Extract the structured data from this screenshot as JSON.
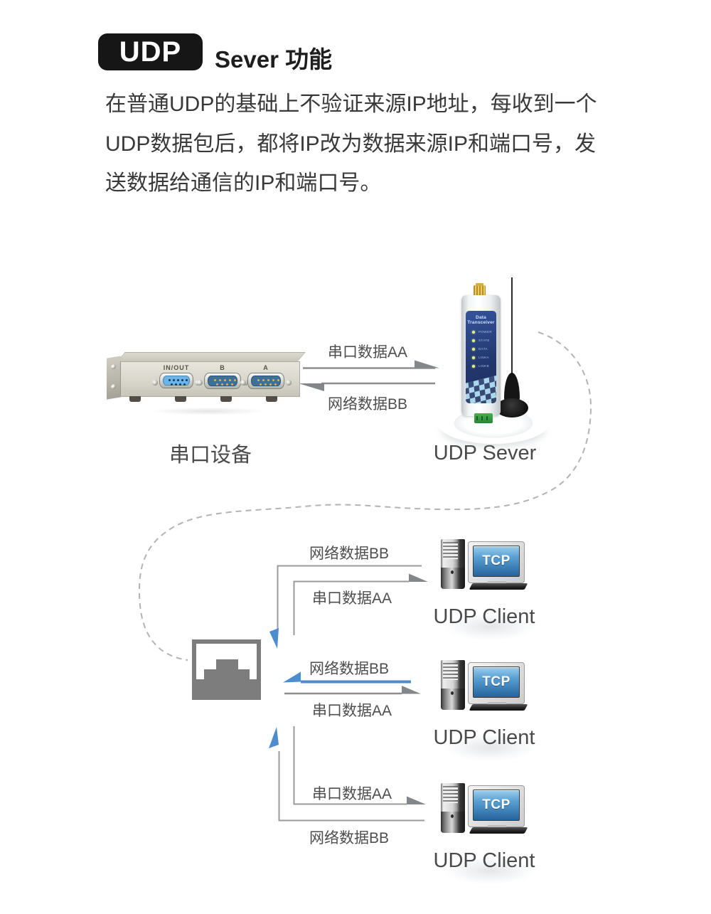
{
  "header": {
    "badge": "UDP",
    "title": "Sever 功能"
  },
  "description": {
    "line1": "在普通UDP的基础上不验证来源IP地址，每收到一个",
    "line2": "UDP数据包后，都将IP改为数据来源IP和端口号，发",
    "line3": "送数据给通信的IP和端口号。"
  },
  "top_link": {
    "serial_label": "串口数据AA",
    "network_label": "网络数据BB"
  },
  "serial_device": {
    "label": "串口设备",
    "ports": {
      "inout": "IN/OUT",
      "b": "B",
      "a": "A"
    }
  },
  "server": {
    "label": "UDP Sever",
    "panel_title": "Data Transceiver",
    "leds": [
      "POWER",
      "STATE",
      "DATA",
      "LINKA",
      "LINKB"
    ]
  },
  "clients": [
    {
      "screen": "TCP",
      "label": "UDP Client",
      "network_label": "网络数据BB",
      "serial_label": "串口数据AA"
    },
    {
      "screen": "TCP",
      "label": "UDP Client",
      "network_label": "网络数据BB",
      "serial_label": "串口数据AA"
    },
    {
      "screen": "TCP",
      "label": "UDP Client",
      "network_label": "串口数据AA",
      "serial_label": "串口数据AA"
    }
  ],
  "client3": {
    "serial_label": "串口数据AA",
    "network_label": "网络数据BB"
  },
  "colors": {
    "arrow_gray": "#8e8e8e",
    "arrow_blue": "#4e8cd0",
    "badge_bg": "#161616",
    "panel_navy": "#23386f",
    "screen_blue": "#2e6da4",
    "icon_gray": "#7d7d7d"
  }
}
